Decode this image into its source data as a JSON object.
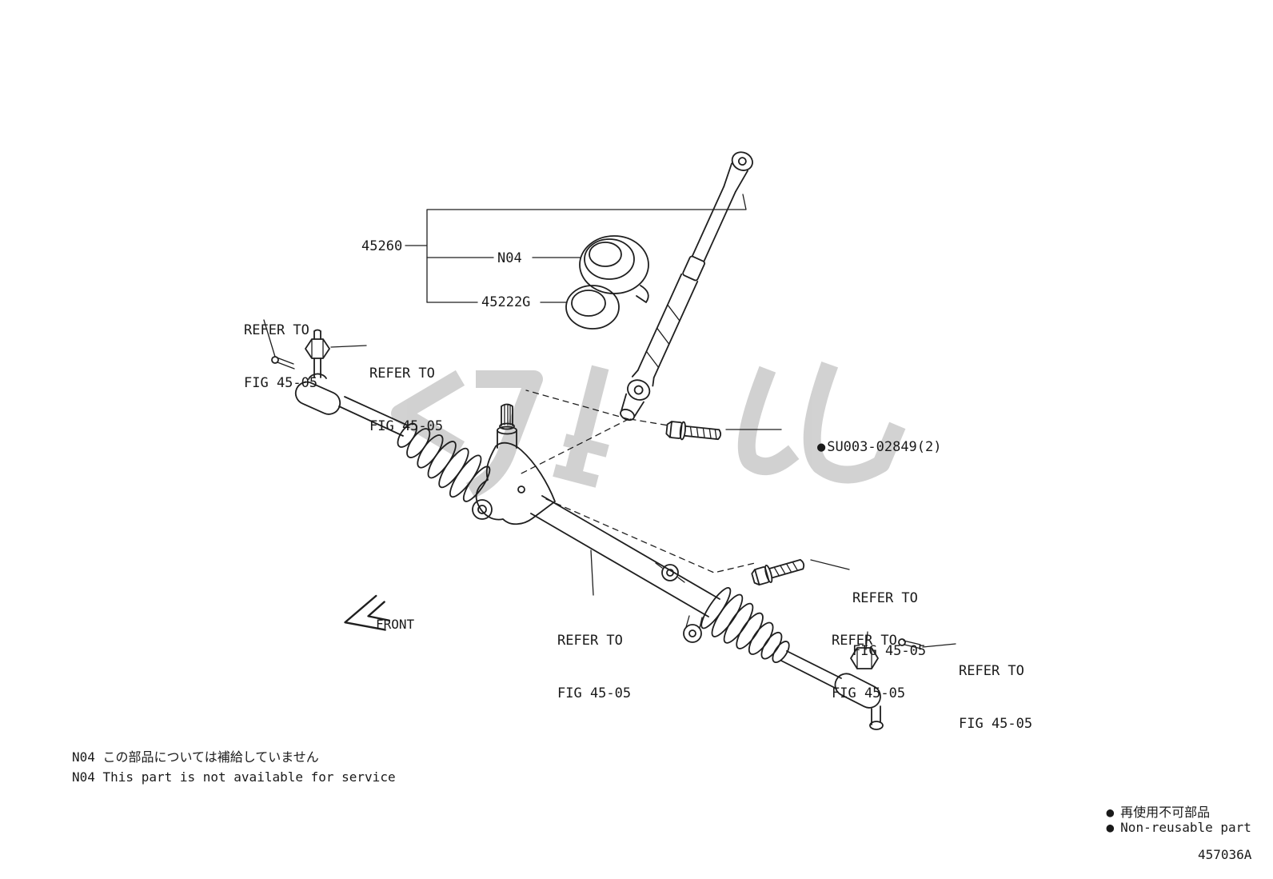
{
  "page": {
    "background": "#ffffff",
    "line_color": "#1f1f1f",
    "watermark_color": "#9b9b9b",
    "drawing_number": "457036A"
  },
  "labels": {
    "part_45260": "45260",
    "part_n04": "N04",
    "part_45222g": "45222G",
    "part_su003": "SU003-02849(2)",
    "non_reusable_bullet": "●",
    "front": "FRONT"
  },
  "refer_note": {
    "line1": "REFER TO",
    "line2": "FIG 45-05"
  },
  "footnotes": {
    "jp": "N04 この部品については補給していません",
    "en": "N04 This part is not available for service"
  },
  "legend": {
    "bullet": "●",
    "jp": "再使用不可部品",
    "en": "Non-reusable part"
  }
}
